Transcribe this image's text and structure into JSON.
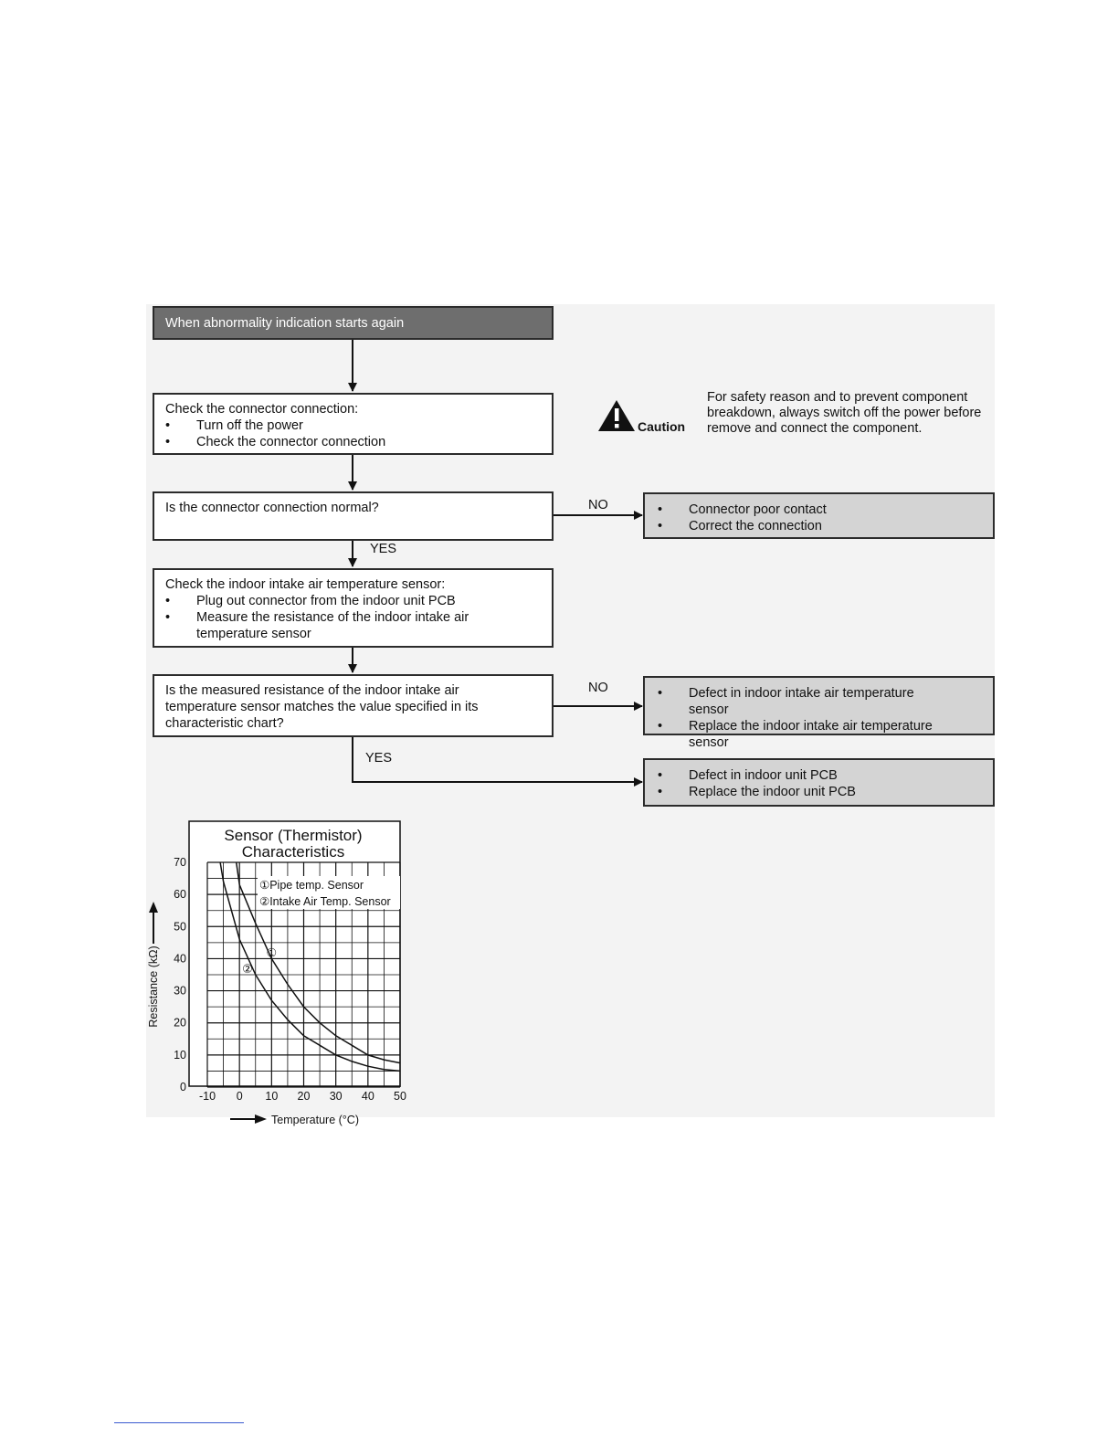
{
  "flowchart": {
    "start": "When abnormality indication starts again",
    "step1": {
      "title": "Check the connector connection:",
      "items": [
        "Turn off the power",
        "Check the connector connection"
      ]
    },
    "caution": {
      "label": "Caution",
      "text": "For safety reason and to prevent component breakdown, always switch off the power before remove and connect the component."
    },
    "q1": {
      "text": "Is the connector connection normal?",
      "no_label": "NO",
      "yes_label": "YES",
      "no_result": [
        "Connector poor contact",
        "Correct the connection"
      ]
    },
    "step2": {
      "title": "Check the indoor intake air temperature sensor:",
      "items": [
        "Plug out connector from the indoor unit PCB",
        "Measure the resistance of the indoor intake air temperature sensor"
      ]
    },
    "q2": {
      "text": "Is the measured resistance of the indoor intake air temperature sensor matches the value specified in its characteristic chart?",
      "no_label": "NO",
      "yes_label": "YES",
      "no_result": [
        "Defect in indoor intake air temperature sensor",
        "Replace the indoor intake air temperature sensor"
      ],
      "yes_result": [
        "Defect in indoor unit PCB",
        "Replace the indoor unit PCB"
      ]
    }
  },
  "chart_data": {
    "type": "line",
    "title": "Sensor (Thermistor) Characteristics",
    "title_lines": [
      "Sensor (Thermistor)",
      "Characteristics"
    ],
    "xlabel": "Temperature (°C)",
    "ylabel": "Resistance (kΩ)",
    "xlim": [
      -10,
      50
    ],
    "ylim": [
      0,
      70
    ],
    "grid": true,
    "x_ticks": [
      -10,
      0,
      10,
      20,
      30,
      40,
      50
    ],
    "y_ticks": [
      0,
      10,
      20,
      30,
      40,
      50,
      60,
      70
    ],
    "legend": [
      "①Pipe temp. Sensor",
      "②Intake Air Temp. Sensor"
    ],
    "series": [
      {
        "name": "①Pipe temp. Sensor",
        "marker": "①",
        "x": [
          -1,
          0,
          5,
          10,
          15,
          20,
          25,
          30,
          35,
          40,
          45,
          50
        ],
        "y": [
          70,
          63,
          51,
          40,
          32,
          25,
          20,
          16,
          13,
          10,
          8.5,
          7.5
        ]
      },
      {
        "name": "②Intake Air Temp. Sensor",
        "marker": "②",
        "x": [
          -6,
          -5,
          0,
          5,
          10,
          15,
          20,
          25,
          30,
          35,
          40,
          45,
          50
        ],
        "y": [
          70,
          64,
          46,
          35,
          27,
          21,
          16,
          13,
          10,
          8,
          6.5,
          5.5,
          5
        ]
      }
    ]
  }
}
